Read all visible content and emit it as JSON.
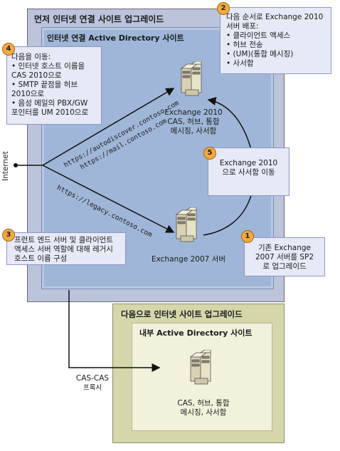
{
  "perimeter": {
    "outer_title": "먼저 인터넷 연결 사이트 업그레이드",
    "inner_title": "인터넷 연결 Active Directory 사이트"
  },
  "internal": {
    "outer_title": "다음으로 인터넷 사이트 업그레이드",
    "inner_title": "내부 Active Directory 사이트",
    "server_label": [
      "CAS, 허브, 통합",
      "메시징, 사서함"
    ]
  },
  "servers": {
    "ex2010_label": [
      "Exchange 2010",
      "CAS, 허브, 통합",
      "메시징, 사서함"
    ],
    "ex2007_label": "Exchange 2007 서버"
  },
  "internet_label": "Internet",
  "urls": [
    "https://autodiscover.contoso.com",
    "https://mail.contoso.com",
    "https://legacy.contoso.com"
  ],
  "proxy_label": [
    "CAS-CAS",
    "프록시"
  ],
  "callouts": [
    {
      "number": "1",
      "lines": [
        "기존 Exchange",
        "2007 서버를 SP2",
        "로 업그레이드"
      ]
    },
    {
      "number": "2",
      "lines": [
        "다음 순서로 Exchange 2010",
        "서버 배포:",
        "• 클라이언트 액세스",
        "• 허브 전송",
        "• (UM)(통합 메시징)",
        "• 사서함"
      ]
    },
    {
      "number": "3",
      "lines": [
        "프런트 엔드 서버 및 클라이언트",
        "액세스 서버 역할에 대해 레거시",
        "호스트 이름 구성"
      ]
    },
    {
      "number": "4",
      "lines": [
        "다음을 이동:",
        "• 인터넷 호스트 이름을",
        "CAS 2010으로",
        "• SMTP 끝점을 허브",
        "2010으로",
        "• 음성 메일의 PBX/GW",
        "포인터를 UM 2010으로"
      ]
    },
    {
      "number": "5",
      "lines": [
        "Exchange 2010",
        "으로 사서함 이동"
      ]
    }
  ],
  "colors": {
    "perimeter_outer": "#bcc4dc",
    "perimeter_inner": "#9fb6d8",
    "internal_outer": "#d5d7aa",
    "internal_inner": "#f1f1dc",
    "callout_fill": "#e6e9f6",
    "number_badge": "#f3a93f"
  }
}
